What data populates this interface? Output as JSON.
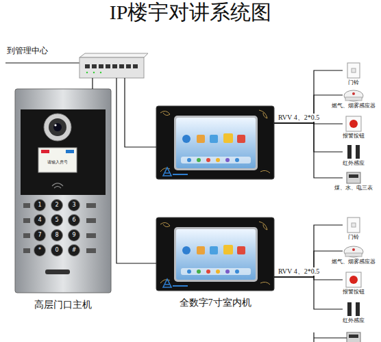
{
  "diagram": {
    "title": "IP楼宇对讲系统图",
    "nodes": [
      {
        "text": []
      },
      {
        "text": [
          "高层门口主机"
        ]
      },
      {
        "text": []
      },
      {
        "text": [
          "门铃"
        ]
      },
      {
        "text": [
          "燃气、烟雾感应器"
        ]
      },
      {
        "text": [
          "报警按钮"
        ]
      },
      {
        "text": [
          "红外感应"
        ]
      },
      {
        "text": [
          "煤、水、电三表"
        ]
      },
      {
        "text": [
          "全数字7寸室内机"
        ]
      },
      {
        "text": [
          "门铃"
        ]
      },
      {
        "text": [
          "燃气、烟雾感应器"
        ]
      },
      {
        "text": [
          "报警按钮"
        ]
      },
      {
        "text": [
          "红外感应"
        ]
      }
    ],
    "edges": [
      {
        "from": 0,
        "to": 1,
        "arrow": "none"
      },
      {
        "from": 0,
        "to": 2,
        "arrow": "none"
      },
      {
        "from": 0,
        "to": 8,
        "arrow": "none"
      },
      {
        "from": 2,
        "to": 3,
        "label": "RVV 4、2*0.5",
        "arrow": "none"
      },
      {
        "from": 2,
        "to": 4,
        "arrow": "none"
      },
      {
        "from": 2,
        "to": 5,
        "arrow": "none"
      },
      {
        "from": 2,
        "to": 6,
        "arrow": "none"
      },
      {
        "from": 2,
        "to": 7,
        "arrow": "none"
      },
      {
        "from": 8,
        "to": 9,
        "label": "RVV 4、2*0.5",
        "arrow": "none"
      },
      {
        "from": 8,
        "to": 10,
        "arrow": "none"
      },
      {
        "from": 8,
        "to": 11,
        "arrow": "none"
      },
      {
        "from": 8,
        "to": 12,
        "arrow": "none"
      }
    ],
    "labels": [
      "到管理中心",
      "请输入房号",
      "1",
      "2",
      "3",
      "4",
      "5",
      "6",
      "7",
      "8",
      "9",
      "*",
      "0",
      "#"
    ]
  }
}
